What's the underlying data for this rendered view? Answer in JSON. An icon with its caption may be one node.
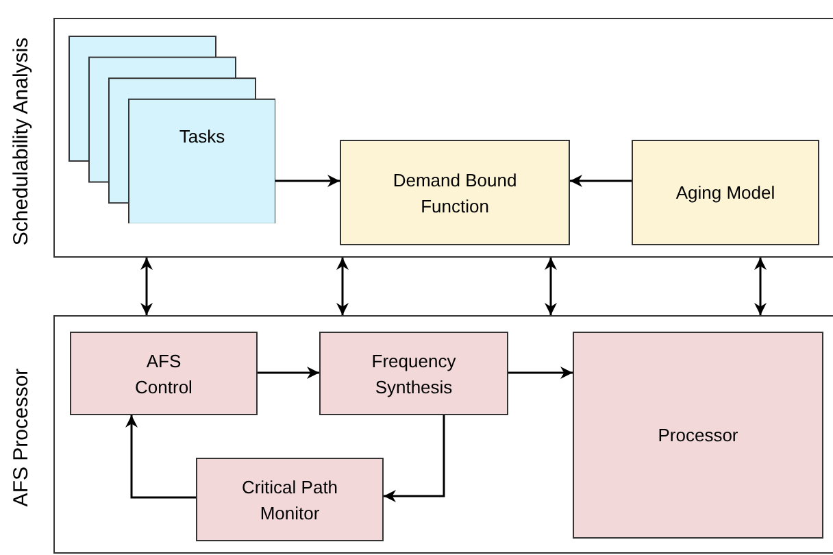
{
  "diagram": {
    "nodes": [
      {
        "text": [
          "Schedulability Analysis"
        ]
      },
      {
        "text": [
          "Tasks"
        ],
        "in": 0
      },
      {
        "text": [
          "Demand Bound Function"
        ],
        "in": 0
      },
      {
        "text": [
          "Aging Model"
        ],
        "in": 0
      },
      {
        "text": [
          "AFS Processor"
        ]
      },
      {
        "text": [
          "AFS Control"
        ],
        "in": 4
      },
      {
        "text": [
          "Frequency Synthesis"
        ],
        "in": 4
      },
      {
        "text": [
          "Processor"
        ],
        "in": 4
      },
      {
        "text": [
          "Critical Path Monitor"
        ],
        "in": 4
      }
    ],
    "edges": [
      {
        "from": 1,
        "to": 2,
        "arrow": "to"
      },
      {
        "from": 3,
        "to": 2,
        "arrow": "to"
      },
      {
        "from": 0,
        "to": 4,
        "arrow": "both"
      },
      {
        "from": 0,
        "to": 4,
        "arrow": "both"
      },
      {
        "from": 0,
        "to": 4,
        "arrow": "both"
      },
      {
        "from": 0,
        "to": 4,
        "arrow": "both"
      },
      {
        "from": 5,
        "to": 6,
        "arrow": "to"
      },
      {
        "from": 6,
        "to": 7,
        "arrow": "to"
      },
      {
        "from": 6,
        "to": 8,
        "arrow": "to"
      },
      {
        "from": 8,
        "to": 5,
        "arrow": "to"
      }
    ]
  }
}
